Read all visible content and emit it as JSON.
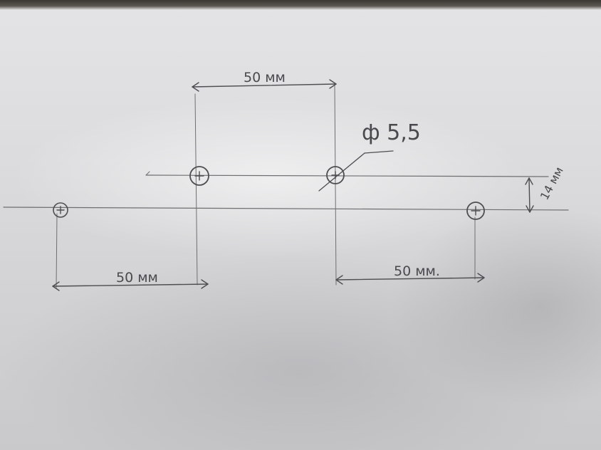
{
  "drawing": {
    "dim_top": "50 мм",
    "dim_bottom_left": "50 мм",
    "dim_bottom_right": "50 мм.",
    "hole_diameter": "ф 5,5",
    "dim_vertical": "14 мм"
  }
}
